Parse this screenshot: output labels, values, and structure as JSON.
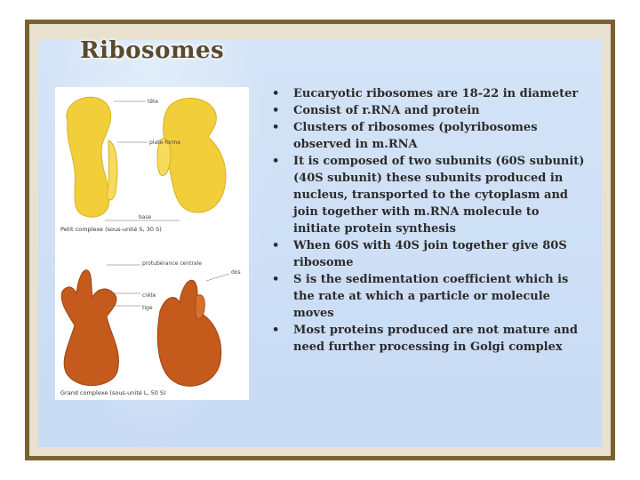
{
  "slide": {
    "title": "Ribosomes",
    "bullets": [
      "Eucaryotic ribosomes are 18-22 in diameter",
      "Consist of r.RNA and protein",
      "Clusters of ribosomes (polyribosomes observed in m.RNA",
      "It is composed of two subunits (60S subunit)(40S subunit) these subunits produced in nucleus, transported to the cytoplasm and join together with m.RNA molecule to initiate protein synthesis",
      "When 60S with 40S join together give 80S ribosome",
      "S is the sedimentation coefficient which is the rate at which a particle or molecule moves",
      "Most proteins produced are not mature and need further processing in Golgi complex"
    ],
    "bullet_symbol": "•"
  },
  "figure": {
    "small_subunit_labels": {
      "head": "tête",
      "platform": "plate-forme",
      "base": "base"
    },
    "small_caption": "Petit complexe (sous-unité S, 30 S)",
    "large_subunit_labels": {
      "protuberance": "protubérance centrale",
      "ridge": "crête",
      "stalk": "tige",
      "back": "dos"
    },
    "large_caption": "Grand complexe (sous-unité L, 50 S)"
  },
  "colors": {
    "frame": "#7a6230",
    "background": "#c8dbf4",
    "small_subunit": "#f2cf3a",
    "large_subunit": "#c45a1c",
    "title": "#5a4a2c"
  }
}
